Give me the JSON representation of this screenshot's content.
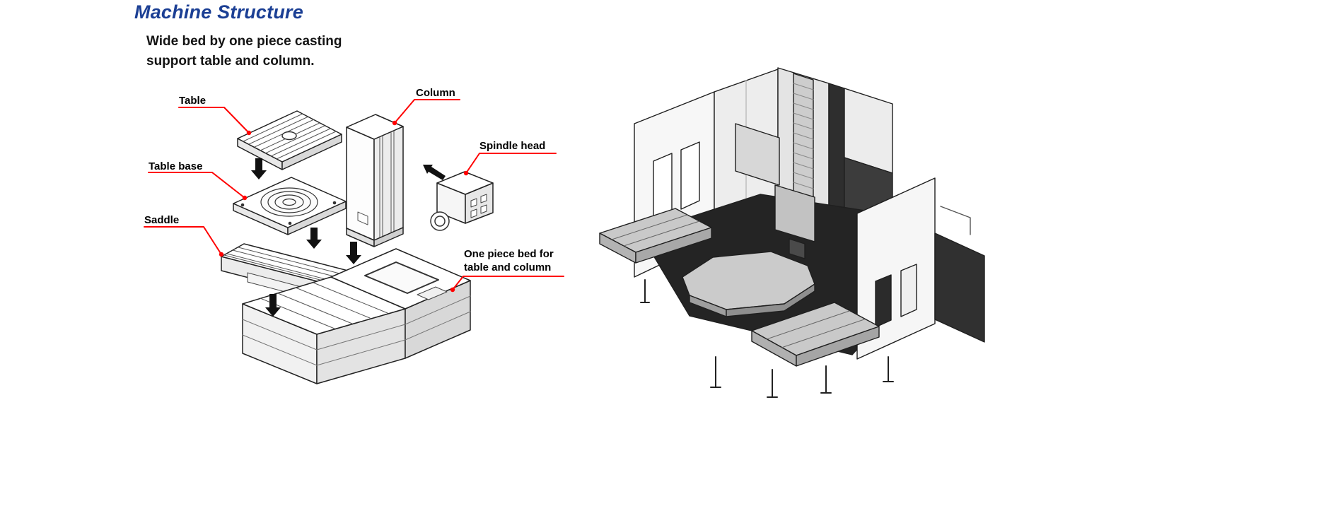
{
  "title": "Machine Structure",
  "subtitle": {
    "line1": "Wide bed by one piece casting",
    "line2": "support table and column."
  },
  "exploded_view": {
    "labels": {
      "table": "Table",
      "table_base": "Table base",
      "saddle": "Saddle",
      "column": "Column",
      "spindle_head": "Spindle head",
      "bed_line1": "One piece bed for",
      "bed_line2": "table and column"
    }
  },
  "colors": {
    "title_blue": "#1b3f94",
    "leader_red": "#ff0000",
    "arrow_black": "#111111",
    "line_dark": "#222222",
    "machine_dark": "#242424",
    "background": "#ffffff"
  }
}
